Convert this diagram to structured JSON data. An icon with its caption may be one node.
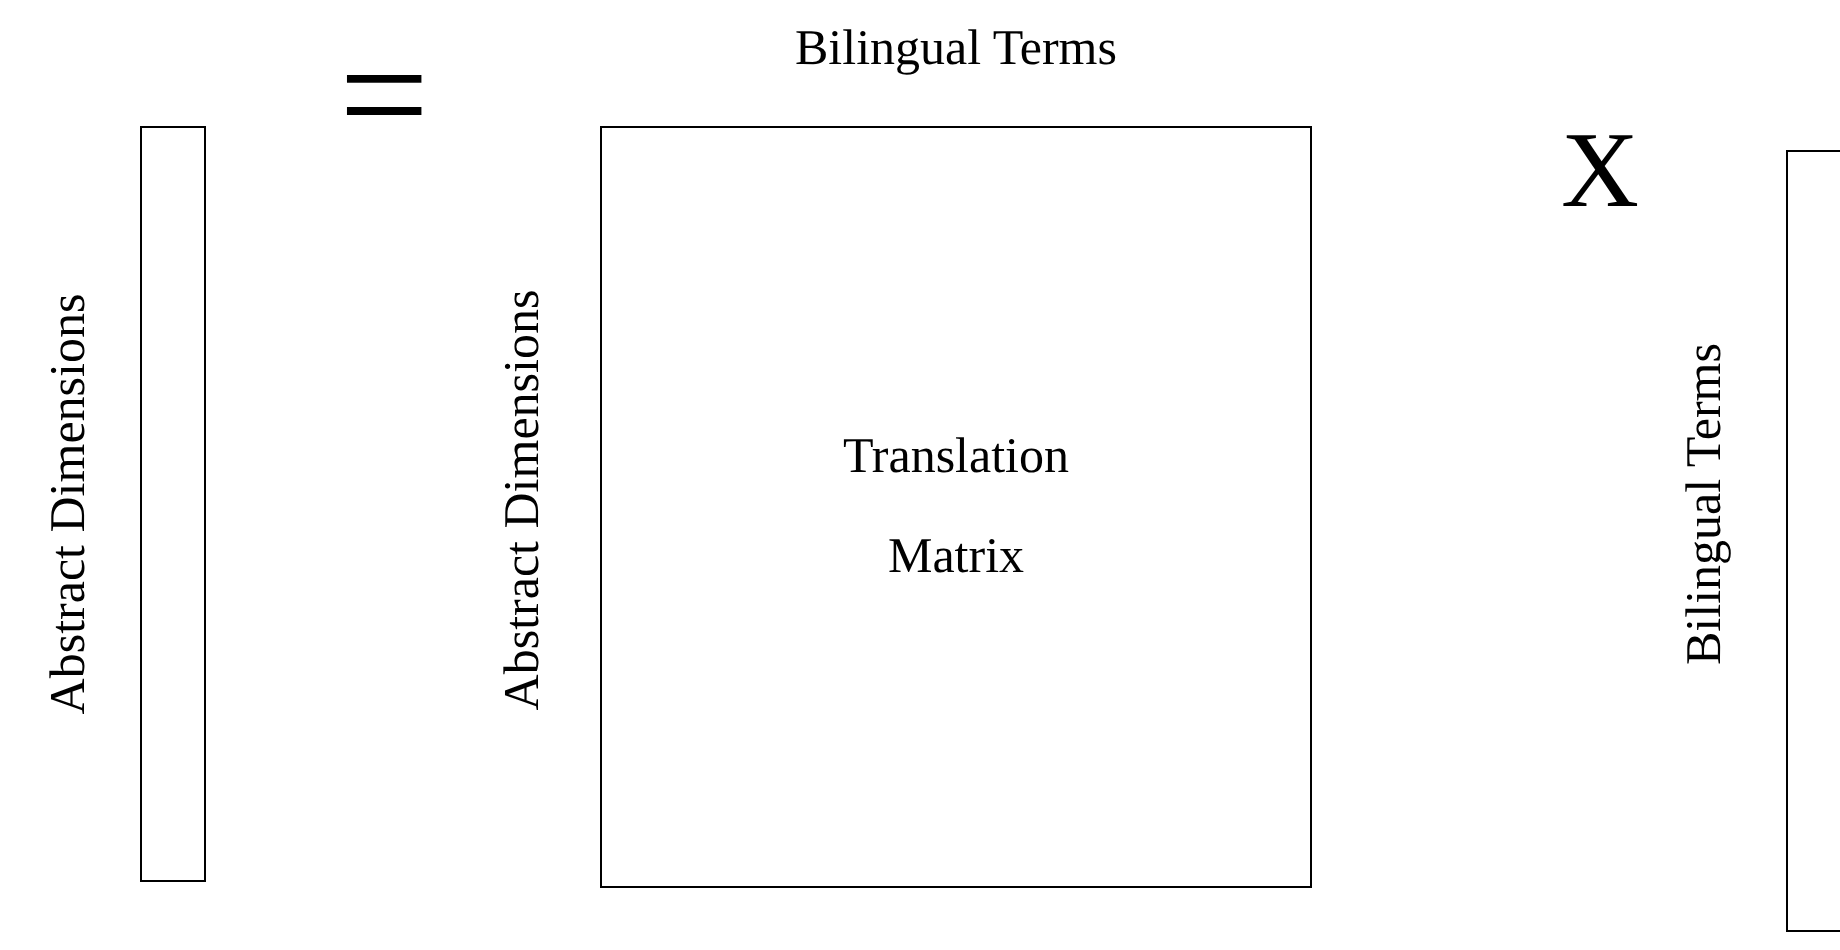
{
  "diagram": {
    "nodes": [
      {
        "text": [],
        "shape": "bar",
        "beside": [
          "Abstract Dimensions"
        ]
      },
      {
        "text": [
          "Translation Matrix"
        ],
        "beside": [
          "Bilingual Terms",
          "Abstract Dimensions"
        ]
      },
      {
        "text": [],
        "shape": "bar",
        "beside": [
          "Bilingual Terms"
        ]
      }
    ],
    "edges": [],
    "labels": [
      "=",
      "X"
    ]
  }
}
